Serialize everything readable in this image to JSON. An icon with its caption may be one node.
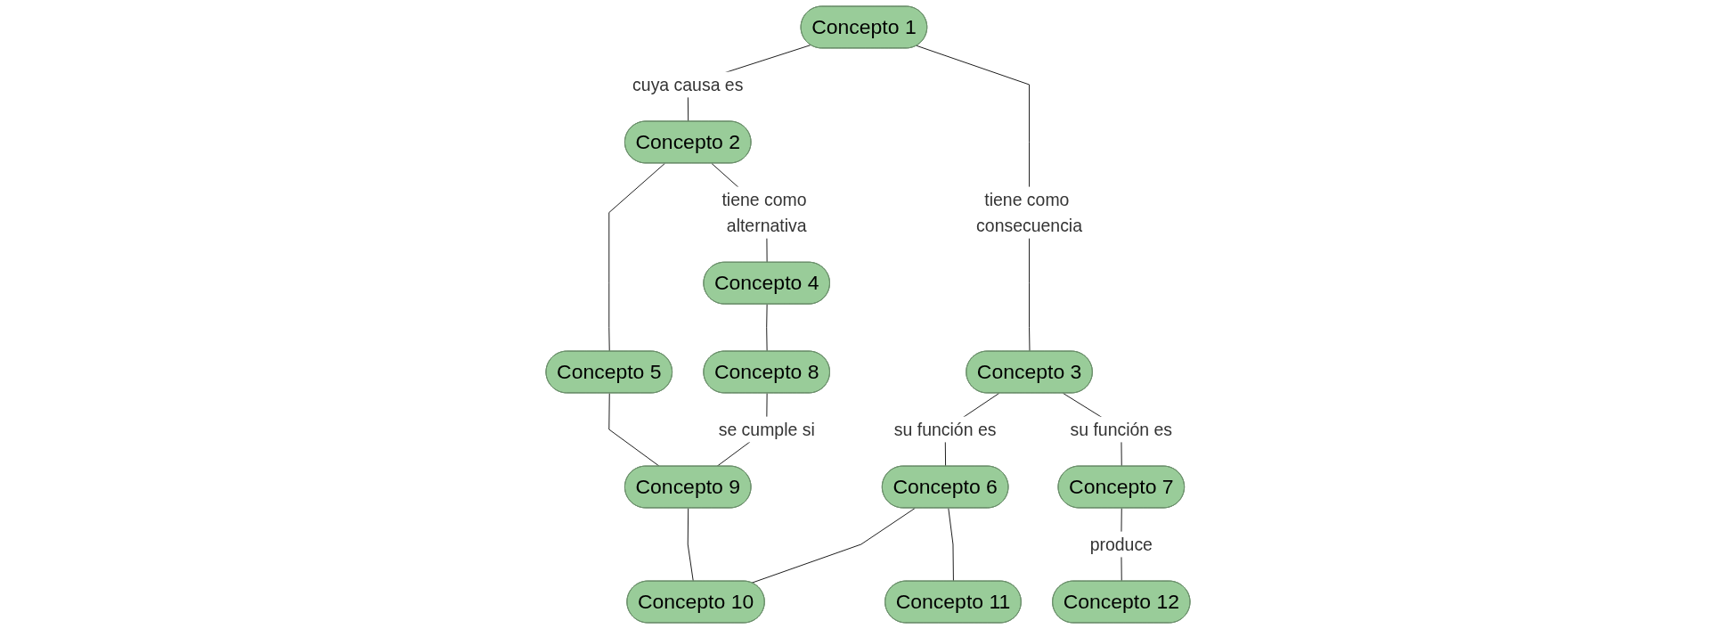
{
  "diagram": {
    "nodes": [
      {
        "text": [
          "Concepto 1"
        ]
      },
      {
        "text": [
          "Concepto 2"
        ]
      },
      {
        "text": [
          "Concepto 3"
        ]
      },
      {
        "text": [
          "Concepto 4"
        ]
      },
      {
        "text": [
          "Concepto 5"
        ]
      },
      {
        "text": [
          "Concepto 6"
        ]
      },
      {
        "text": [
          "Concepto 7"
        ]
      },
      {
        "text": [
          "Concepto 8"
        ]
      },
      {
        "text": [
          "Concepto 9"
        ]
      },
      {
        "text": [
          "Concepto 10"
        ]
      },
      {
        "text": [
          "Concepto 11"
        ]
      },
      {
        "text": [
          "Concepto 12"
        ]
      }
    ],
    "edges": [
      {
        "from": 0,
        "to": 1,
        "arrow": "none",
        "label": "cuya causa es"
      },
      {
        "from": 0,
        "to": 2,
        "arrow": "none",
        "label": "tiene como consecuencia"
      },
      {
        "from": 1,
        "to": 3,
        "arrow": "none",
        "label": "tiene como alternativa"
      },
      {
        "from": 1,
        "to": 4,
        "arrow": "none"
      },
      {
        "from": 2,
        "to": 5,
        "arrow": "none",
        "label": "su función es"
      },
      {
        "from": 2,
        "to": 6,
        "arrow": "none",
        "label": "su función es"
      },
      {
        "from": 3,
        "to": 7,
        "arrow": "none"
      },
      {
        "from": 4,
        "to": 8,
        "arrow": "none"
      },
      {
        "from": 7,
        "to": 8,
        "arrow": "none",
        "label": "se cumple si"
      },
      {
        "from": 8,
        "to": 9,
        "arrow": "none"
      },
      {
        "from": 5,
        "to": 9,
        "arrow": "none"
      },
      {
        "from": 5,
        "to": 10,
        "arrow": "none"
      },
      {
        "from": 6,
        "to": 11,
        "arrow": "none",
        "label": "produce"
      }
    ]
  }
}
